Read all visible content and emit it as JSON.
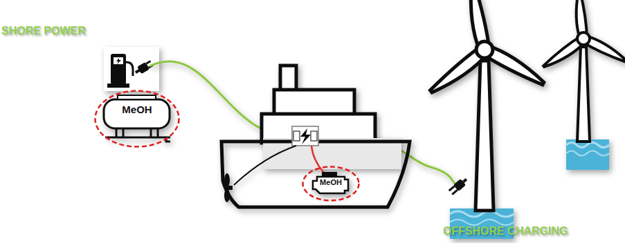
{
  "diagram": {
    "nodes": [
      {
        "text": [
          "MeOH"
        ]
      },
      {
        "text": [
          "MeOH"
        ]
      }
    ],
    "labels": [
      "SHORE POWER",
      "OFFSHORE CHARGING"
    ]
  }
}
